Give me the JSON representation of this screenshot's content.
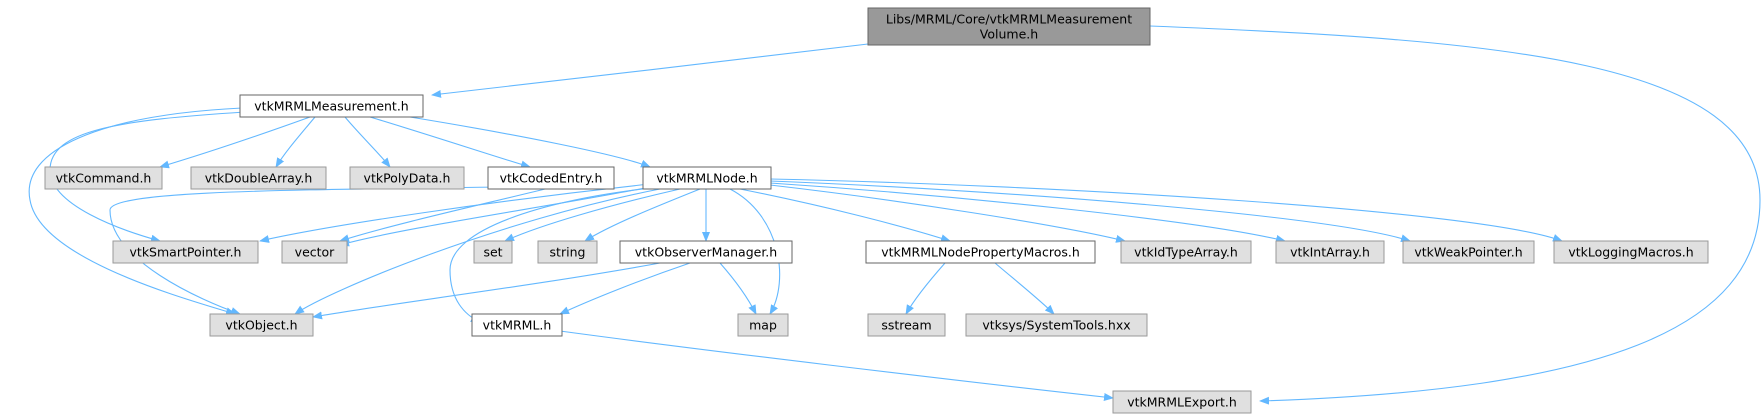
{
  "colors": {
    "edge": "#63b8ff",
    "root_fill": "#999999",
    "root_stroke": "#666666",
    "documented_fill": "#ffffff",
    "documented_stroke": "#666666",
    "external_fill": "#e0e0e0",
    "external_stroke": "#999999",
    "text": "#000000"
  },
  "nodes": [
    {
      "id": "root",
      "lines": [
        "Libs/MRML/Core/vtkMRMLMeasurement",
        "Volume.h"
      ],
      "kind": "root",
      "icon": "file-node"
    },
    {
      "id": "measurement",
      "lines": [
        "vtkMRMLMeasurement.h"
      ],
      "kind": "documented",
      "icon": "file-node"
    },
    {
      "id": "command",
      "lines": [
        "vtkCommand.h"
      ],
      "kind": "external",
      "icon": "file-node"
    },
    {
      "id": "doublearray",
      "lines": [
        "vtkDoubleArray.h"
      ],
      "kind": "external",
      "icon": "file-node"
    },
    {
      "id": "polydata",
      "lines": [
        "vtkPolyData.h"
      ],
      "kind": "external",
      "icon": "file-node"
    },
    {
      "id": "codedentry",
      "lines": [
        "vtkCodedEntry.h"
      ],
      "kind": "documented",
      "icon": "file-node"
    },
    {
      "id": "mrmlnode",
      "lines": [
        "vtkMRMLNode.h"
      ],
      "kind": "documented",
      "icon": "file-node"
    },
    {
      "id": "smartpointer",
      "lines": [
        "vtkSmartPointer.h"
      ],
      "kind": "external",
      "icon": "file-node"
    },
    {
      "id": "vector",
      "lines": [
        "vector"
      ],
      "kind": "external",
      "icon": "file-node"
    },
    {
      "id": "set",
      "lines": [
        "set"
      ],
      "kind": "external",
      "icon": "file-node"
    },
    {
      "id": "string",
      "lines": [
        "string"
      ],
      "kind": "external",
      "icon": "file-node"
    },
    {
      "id": "observermanager",
      "lines": [
        "vtkObserverManager.h"
      ],
      "kind": "documented",
      "icon": "file-node"
    },
    {
      "id": "propertymacros",
      "lines": [
        "vtkMRMLNodePropertyMacros.h"
      ],
      "kind": "documented",
      "icon": "file-node"
    },
    {
      "id": "idtypearray",
      "lines": [
        "vtkIdTypeArray.h"
      ],
      "kind": "external",
      "icon": "file-node"
    },
    {
      "id": "intarray",
      "lines": [
        "vtkIntArray.h"
      ],
      "kind": "external",
      "icon": "file-node"
    },
    {
      "id": "weakpointer",
      "lines": [
        "vtkWeakPointer.h"
      ],
      "kind": "external",
      "icon": "file-node"
    },
    {
      "id": "loggingmacros",
      "lines": [
        "vtkLoggingMacros.h"
      ],
      "kind": "external",
      "icon": "file-node"
    },
    {
      "id": "object",
      "lines": [
        "vtkObject.h"
      ],
      "kind": "external",
      "icon": "file-node"
    },
    {
      "id": "mrml",
      "lines": [
        "vtkMRML.h"
      ],
      "kind": "documented",
      "icon": "file-node"
    },
    {
      "id": "map",
      "lines": [
        "map"
      ],
      "kind": "external",
      "icon": "file-node"
    },
    {
      "id": "sstream",
      "lines": [
        "sstream"
      ],
      "kind": "external",
      "icon": "file-node"
    },
    {
      "id": "systemtools",
      "lines": [
        "vtksys/SystemTools.hxx"
      ],
      "kind": "external",
      "icon": "file-node"
    },
    {
      "id": "mrmlexport",
      "lines": [
        "vtkMRMLExport.h"
      ],
      "kind": "external",
      "icon": "file-node"
    }
  ],
  "edges": [
    {
      "from": "root",
      "to": "measurement"
    },
    {
      "from": "root",
      "to": "mrmlexport"
    },
    {
      "from": "measurement",
      "to": "command"
    },
    {
      "from": "measurement",
      "to": "doublearray"
    },
    {
      "from": "measurement",
      "to": "polydata"
    },
    {
      "from": "measurement",
      "to": "codedentry"
    },
    {
      "from": "measurement",
      "to": "mrmlnode"
    },
    {
      "from": "measurement",
      "to": "smartpointer"
    },
    {
      "from": "measurement",
      "to": "object"
    },
    {
      "from": "codedentry",
      "to": "vector"
    },
    {
      "from": "codedentry",
      "to": "object"
    },
    {
      "from": "mrmlnode",
      "to": "smartpointer"
    },
    {
      "from": "mrmlnode",
      "to": "vector"
    },
    {
      "from": "mrmlnode",
      "to": "set"
    },
    {
      "from": "mrmlnode",
      "to": "string"
    },
    {
      "from": "mrmlnode",
      "to": "observermanager"
    },
    {
      "from": "mrmlnode",
      "to": "propertymacros"
    },
    {
      "from": "mrmlnode",
      "to": "idtypearray"
    },
    {
      "from": "mrmlnode",
      "to": "intarray"
    },
    {
      "from": "mrmlnode",
      "to": "weakpointer"
    },
    {
      "from": "mrmlnode",
      "to": "loggingmacros"
    },
    {
      "from": "mrmlnode",
      "to": "object"
    },
    {
      "from": "mrmlnode",
      "to": "mrml"
    },
    {
      "from": "mrmlnode",
      "to": "map"
    },
    {
      "from": "observermanager",
      "to": "object"
    },
    {
      "from": "observermanager",
      "to": "mrml"
    },
    {
      "from": "observermanager",
      "to": "map"
    },
    {
      "from": "propertymacros",
      "to": "sstream"
    },
    {
      "from": "propertymacros",
      "to": "systemtools"
    },
    {
      "from": "mrml",
      "to": "mrmlexport"
    }
  ]
}
